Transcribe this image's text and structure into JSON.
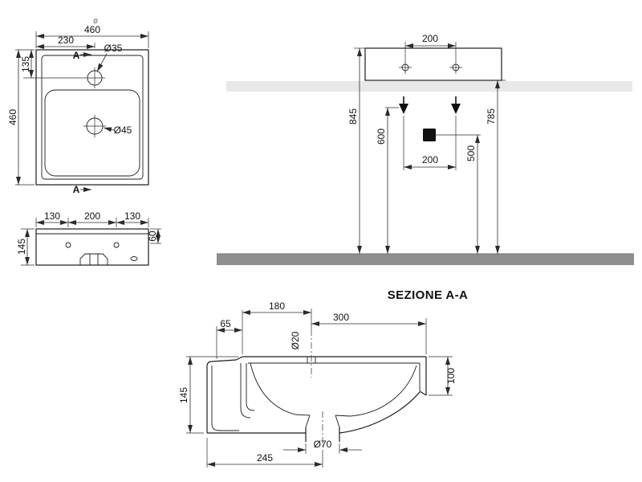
{
  "drawing": {
    "hash_mark": "#",
    "section_title": "SEZIONE A-A",
    "plan": {
      "dim_width": "460",
      "dim_half_width": "230",
      "dim_faucet_hole": "Ø35",
      "dim_faucet_offset": "135",
      "dim_depth": "460",
      "dim_drain_hole": "Ø45",
      "section_marker_top": "A",
      "section_marker_bottom": "A"
    },
    "front": {
      "dim_left": "130",
      "dim_center": "200",
      "dim_right": "130",
      "dim_edge_height": "60",
      "dim_total_height": "145"
    },
    "installation": {
      "dim_fixing_span": "200",
      "dim_rim_height": "845",
      "dim_supply_height": "600",
      "dim_bottom_height": "785",
      "dim_supply_span": "200",
      "dim_drain_height": "500"
    },
    "section": {
      "dim_deck": "180",
      "dim_front_ledge": "65",
      "dim_bowl": "300",
      "dim_tap_hole": "Ø20",
      "dim_height": "145",
      "dim_back_height": "100",
      "dim_drain": "Ø70",
      "dim_drain_offset": "245"
    }
  },
  "colors": {
    "line": "#1c1c1c",
    "dimension": "#2b2b2b",
    "wall_shadow": "#e8e8e8",
    "floor": "#8f8f8f",
    "background": "#ffffff"
  }
}
